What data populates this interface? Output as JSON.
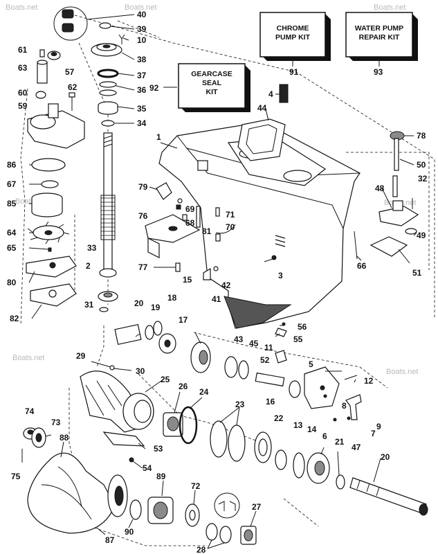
{
  "watermark": "Boats.net",
  "kits": {
    "chrome_pump": {
      "line1": "CHROME",
      "line2": "PUMP KIT",
      "ref": "91"
    },
    "water_pump_repair": {
      "line1": "WATER PUMP",
      "line2": "REPAIR KIT",
      "ref": "93"
    },
    "gearcase_seal": {
      "line1": "GEARCASE",
      "line2": "SEAL",
      "line3": "KIT",
      "ref": "92"
    }
  },
  "callouts": {
    "p40": "40",
    "p39": "39",
    "p10": "10",
    "p38": "38",
    "p37": "37",
    "p36": "36",
    "p35": "35",
    "p34": "34",
    "p61": "61",
    "p57": "57",
    "p63": "63",
    "p60": "60",
    "p62": "62",
    "p59": "59",
    "p86": "86",
    "p67": "67",
    "p85": "85",
    "p64": "64",
    "p65": "65",
    "p80": "80",
    "p82": "82",
    "p4": "4",
    "p44": "44",
    "p1": "1",
    "p78": "78",
    "p50": "50",
    "p48": "48",
    "p32": "32",
    "p49": "49",
    "p51": "51",
    "p66": "66",
    "p79": "79",
    "p76": "76",
    "p33": "33",
    "p69": "69",
    "p68": "68",
    "p81": "81",
    "p71": "71",
    "p70": "70",
    "p77": "77",
    "p2": "2",
    "p31": "31",
    "p3": "3",
    "p41": "41",
    "p42": "42",
    "p15": "15",
    "p20a": "20",
    "p19": "19",
    "p18": "18",
    "p17": "17",
    "p56": "56",
    "p55": "55",
    "p43": "43",
    "p45": "45",
    "p11": "11",
    "p52": "52",
    "p5": "5",
    "p29": "29",
    "p30": "30",
    "p25": "25",
    "p26": "26",
    "p24": "24",
    "p23": "23",
    "p12": "12",
    "p16": "16",
    "p22": "22",
    "p13": "13",
    "p14": "14",
    "p6": "6",
    "p8": "8",
    "p9": "9",
    "p7": "7",
    "p74": "74",
    "p73": "73",
    "p88": "88",
    "p53": "53",
    "p54": "54",
    "p76b": "75",
    "p21": "21",
    "p47": "47",
    "p20b": "20",
    "p89": "89",
    "p72": "72",
    "p27": "27",
    "p90": "90",
    "p87": "87",
    "p28": "28"
  }
}
